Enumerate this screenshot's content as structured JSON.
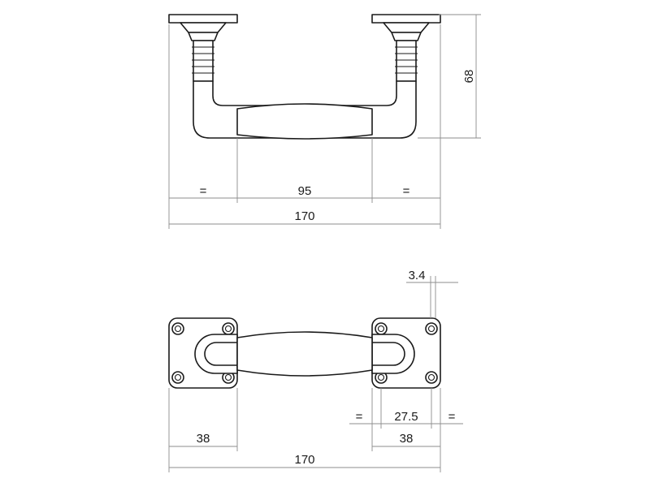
{
  "drawing": {
    "colors": {
      "outline": "#1a1a1a",
      "dimension_line": "#8c8c8c",
      "background": "#ffffff"
    },
    "top_view_dimensions": {
      "left_equal": "=",
      "center_width": "95",
      "right_equal": "=",
      "overall_length": "170",
      "height": "68"
    },
    "bottom_view_dimensions": {
      "rose_offset": "3.4",
      "left_equal": "=",
      "hole_spacing": "27.5",
      "right_equal": "=",
      "left_rose_width": "38",
      "right_rose_width": "38",
      "overall_length": "170"
    }
  }
}
